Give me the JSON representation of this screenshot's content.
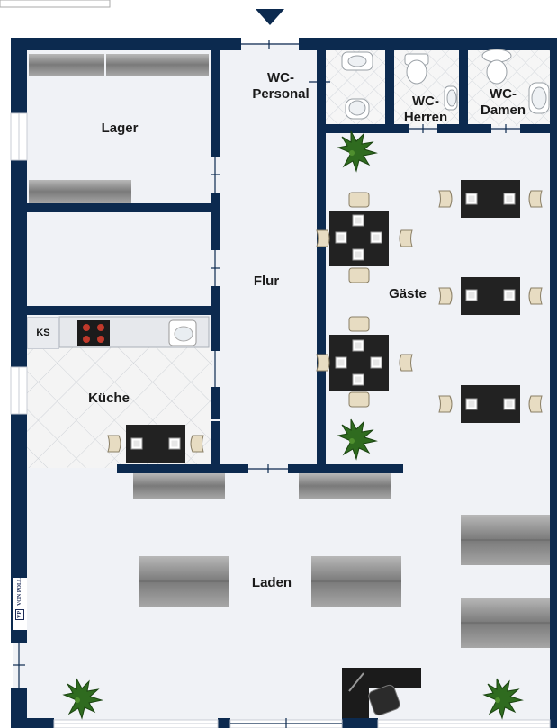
{
  "rooms": {
    "lager": "Lager",
    "flur": "Flur",
    "wc_personal_line1": "WC-",
    "wc_personal_line2": "Personal",
    "wc_herren_line1": "WC-",
    "wc_herren_line2": "Herren",
    "wc_damen_line1": "WC-",
    "wc_damen_line2": "Damen",
    "gaeste": "Gäste",
    "kueche": "Küche",
    "laden": "Laden"
  },
  "appliances": {
    "fridge_label": "KS"
  },
  "brand": {
    "logo": "VP",
    "name": "VON POLL"
  },
  "colors": {
    "wall": "#0c2a4f",
    "floor": "#f0f2f6",
    "tile": "#ececec",
    "table": "#222222",
    "chair": "#e7dcc2",
    "shelf": "#8e8e8e",
    "plant": "#2f6b1f"
  },
  "icons": {
    "entrance": "down-arrow-icon"
  }
}
